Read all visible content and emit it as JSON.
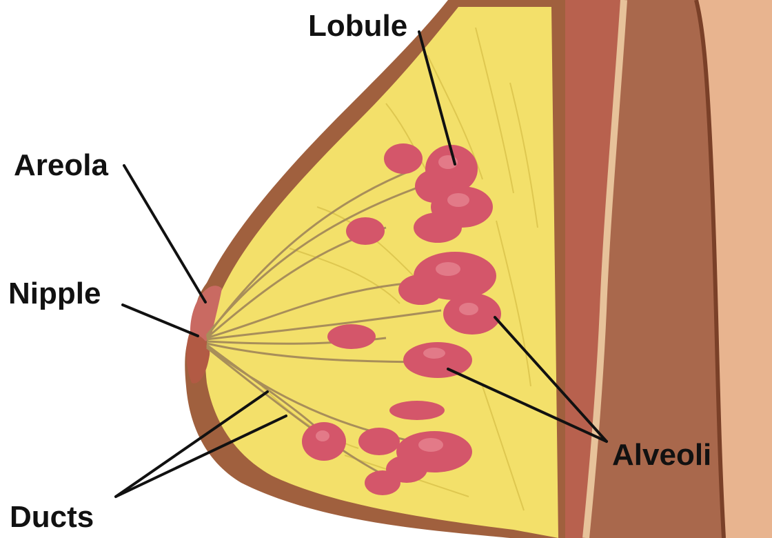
{
  "labels": {
    "lobule": "Lobule",
    "areola": "Areola",
    "nipple": "Nipple",
    "alveoli": "Alveoli",
    "ducts": "Ducts"
  },
  "colors": {
    "background": "#ffffff",
    "skin_light": "#e8b48f",
    "skin_dark": "#9a5a3c",
    "chest_wall": "#a0614a",
    "muscle": "#b8614e",
    "fat": "#f3e06a",
    "fat_texture": "#d9c24a",
    "lobule": "#d4566a",
    "lobule_highlight": "#e98a96",
    "duct": "#a88e5a",
    "pointer": "#111111"
  }
}
